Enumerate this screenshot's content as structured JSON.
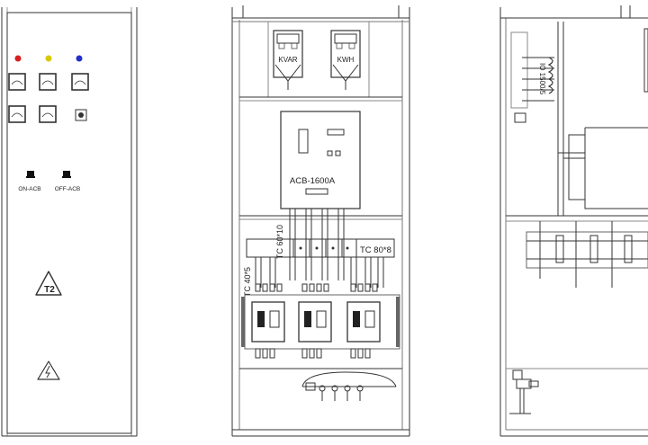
{
  "front_panel": {
    "buttons": {
      "on": "ON-ACB",
      "off": "OFF-ACB"
    },
    "warning_label": "T2"
  },
  "interior_panel": {
    "meters": {
      "kvar": "KVAR",
      "kwh": "KWH"
    },
    "breaker": {
      "label": "ACB-1600A"
    },
    "busbars": {
      "main": "TC 80*8",
      "riser": "TC 60*10",
      "branch": "TC 40*5"
    }
  },
  "side_panel": {
    "ct_label": "IO 1500/5"
  }
}
